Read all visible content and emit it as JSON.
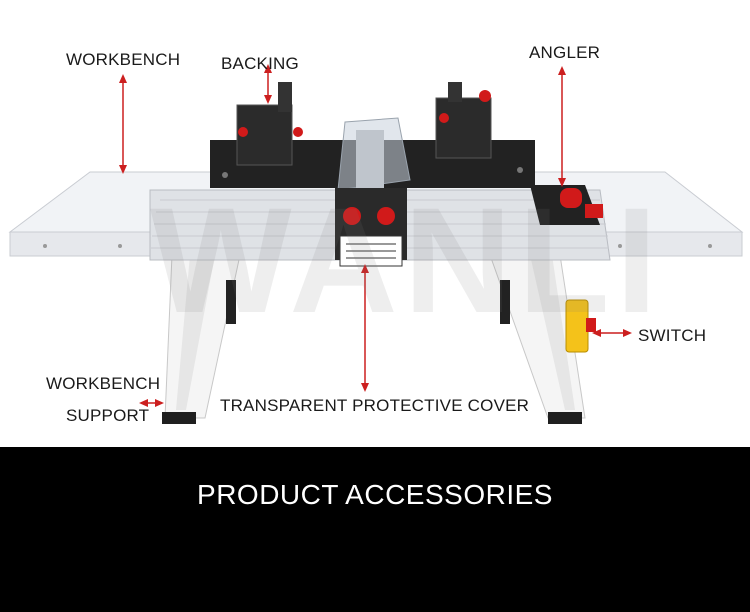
{
  "labels": {
    "workbench": "WORKBENCH",
    "backing": "BACKING",
    "angler": "ANGLER",
    "switch": "SWITCH",
    "workbench_support_line1": "WORKBENCH",
    "workbench_support_line2": "SUPPORT",
    "cover": "TRANSPARENT PROTECTIVE COVER"
  },
  "watermark": "WANLI",
  "banner": {
    "title": "PRODUCT ACCESSORIES"
  },
  "colors": {
    "arrow": "#cc1f1f",
    "banner": "#000000",
    "table_top": "#f1f3f6",
    "fence": "#222222",
    "knob": "#d11a1a",
    "switch_box": "#f4c21a"
  }
}
